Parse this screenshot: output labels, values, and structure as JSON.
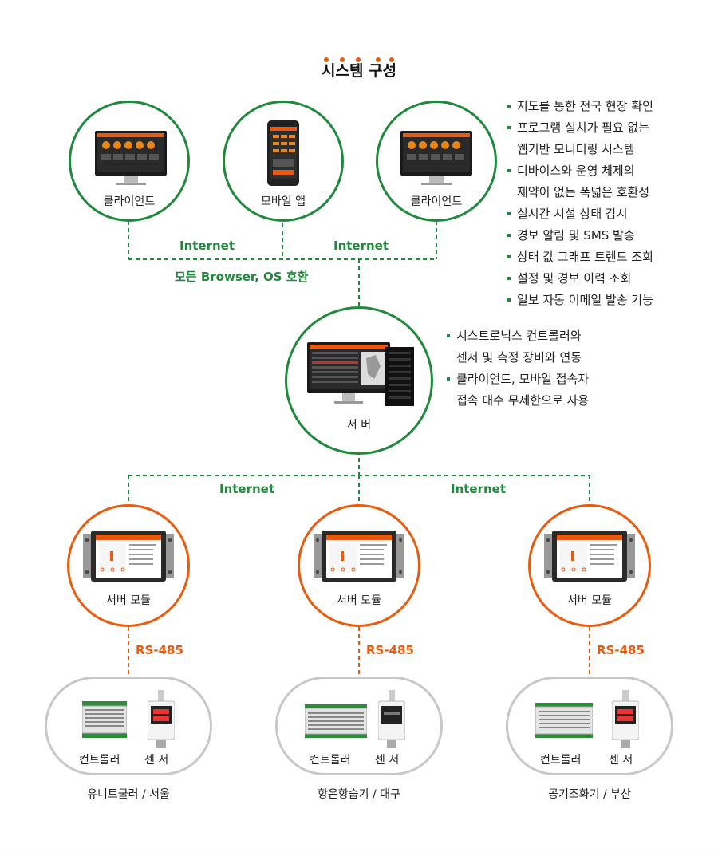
{
  "title": "시스템 구성",
  "clients": [
    {
      "label": "클라이언트"
    },
    {
      "label": "모바일 앱"
    },
    {
      "label": "클라이언트"
    }
  ],
  "internet_label": "Internet",
  "compat_label": "모든 Browser, OS 호환",
  "client_features": [
    [
      "지도를 통한 전국 현장 확인"
    ],
    [
      "프로그램 설치가 필요 없는",
      "웹기반 모니터링 시스템"
    ],
    [
      "디바이스와 운영 체제의",
      "제약이 없는 폭넓은 호환성"
    ],
    [
      "실시간 시설 상태 감시"
    ],
    [
      "경보 알림 및 SMS 발송"
    ],
    [
      "상태 값 그래프 트렌드 조회"
    ],
    [
      "설정 및 경보 이력 조회"
    ],
    [
      "일보 자동 이메일 발송 기능"
    ]
  ],
  "server": {
    "label": "서 버"
  },
  "server_features": [
    [
      "시스트로닉스 컨트롤러와",
      "센서 및 측정 장비와 연동"
    ],
    [
      "클라이언트, 모바일 접속자",
      "접속 대수 무제한으로 사용"
    ]
  ],
  "module_label": "서버 모듈",
  "rs_label": "RS-485",
  "device": {
    "controller": "컨트롤러",
    "sensor": "센 서"
  },
  "sites": [
    "유니트쿨러 / 서울",
    "항온항습기 / 대구",
    "공기조화기 / 부산"
  ],
  "colors": {
    "green": "#1f8a3c",
    "orange": "#ea5b0c",
    "gray": "#c8c8c8"
  }
}
